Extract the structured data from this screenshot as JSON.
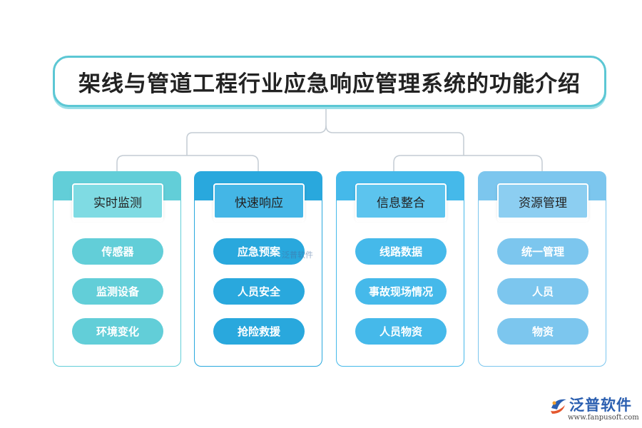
{
  "title": "架线与管道工程行业应急响应管理系统的功能介绍",
  "colors": {
    "title_border": "#5cc7d4",
    "connector": "#c4ccd4",
    "col1": "#62ced8",
    "col1_light": "#7fdbe3",
    "col2": "#29a8dd",
    "col2_light": "#44b6e6",
    "col3": "#45b9ea",
    "col3_light": "#5cc4ee",
    "col4": "#7cc6ee",
    "col4_light": "#8ccef1"
  },
  "columns": [
    {
      "header": "实时监测",
      "items": [
        "传感器",
        "监测设备",
        "环境变化"
      ]
    },
    {
      "header": "快速响应",
      "items": [
        "应急预案",
        "人员安全",
        "抢险救援"
      ]
    },
    {
      "header": "信息整合",
      "items": [
        "线路数据",
        "事故现场情况",
        "人员物资"
      ]
    },
    {
      "header": "资源管理",
      "items": [
        "统一管理",
        "人员",
        "物资"
      ]
    }
  ],
  "watermark": "泛普软件",
  "logo": {
    "name": "泛普软件",
    "url": "www.fanpusoft.com",
    "icon": "fanpu-logo-icon"
  }
}
